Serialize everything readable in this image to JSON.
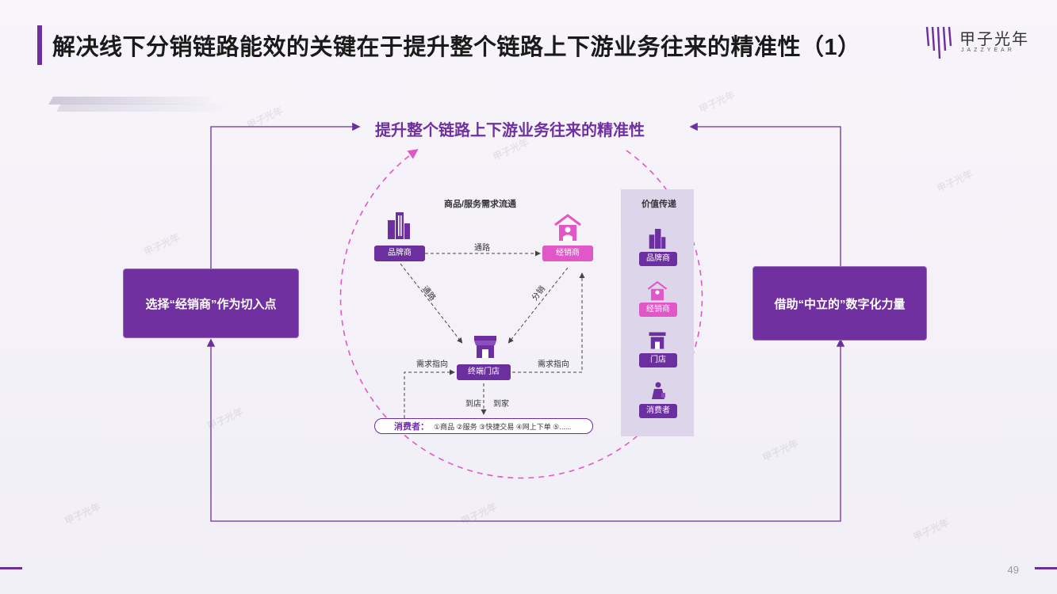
{
  "title": "解决线下分销链路能效的关键在于提升整个链路上下游业务往来的精准性（1）",
  "logo": {
    "cn": "甲子光年",
    "en": "JAZZYEAR"
  },
  "page_number": "49",
  "diagram": {
    "top_label": "提升整个链路上下游业务往来的精准性",
    "left_box": "选择“经销商”作为切入点",
    "right_box": "借助“中立的”数字化力量",
    "flow_title": "商品/服务需求流通",
    "nodes": {
      "brand": "品牌商",
      "distributor": "经销商",
      "store": "终端门店"
    },
    "edges": {
      "channel_top": "通路",
      "channel_left": "通路",
      "distribution": "分销",
      "demand_left": "需求指向",
      "demand_right": "需求指向",
      "to_store": "到店",
      "to_home": "到家"
    },
    "consumer": {
      "title": "消费者：",
      "items": "①商品 ②服务 ③快捷交易 ④网上下单 ⑤......"
    },
    "value_panel": {
      "title": "价值传递",
      "items": [
        "品牌商",
        "经销商",
        "门店",
        "消费者"
      ]
    }
  },
  "colors": {
    "accent": "#6b2fa0",
    "pink": "#e157c7",
    "panel": "#ddd6ea"
  }
}
